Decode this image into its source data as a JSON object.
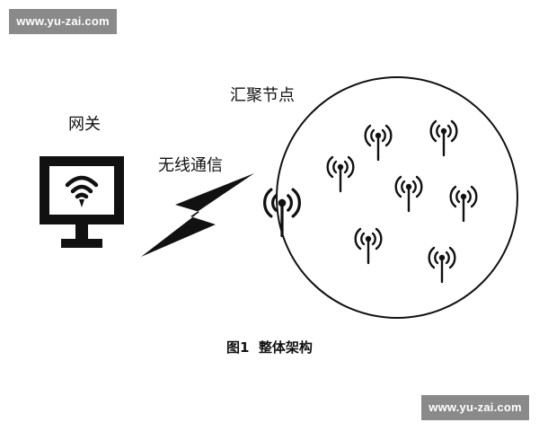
{
  "watermarks": {
    "top": "www.yu-zai.com",
    "bottom": "www.yu-zai.com"
  },
  "labels": {
    "gateway": "网关",
    "wireless": "无线通信",
    "sink_node": "汇聚节点"
  },
  "caption": "图1  整体架构",
  "nodes_count_inside": 7,
  "icons": {
    "gateway": "monitor-wifi-icon",
    "link": "lightning-bolt-icon",
    "sink": "antenna-icon",
    "node": "antenna-icon"
  },
  "colors": {
    "ink": "#111111",
    "background": "#ffffff",
    "watermark_bg": "#8a8a8a",
    "watermark_text": "#ffffff"
  }
}
